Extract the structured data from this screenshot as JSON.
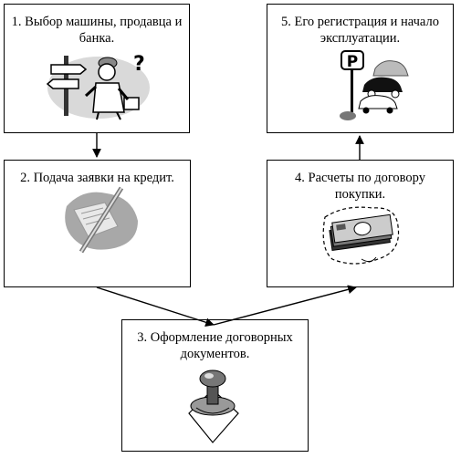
{
  "steps": [
    {
      "number": "1",
      "text": "1. Выбор машины, продавца и банка.",
      "icon": "signpost-man-question-icon"
    },
    {
      "number": "2",
      "text": "2. Подача заявки на кредит.",
      "icon": "paper-pencil-icon"
    },
    {
      "number": "3",
      "text": "3. Оформление договорных документов.",
      "icon": "stamp-document-icon"
    },
    {
      "number": "4",
      "text": "4. Расчеты по договору покупки.",
      "icon": "money-stack-icon"
    },
    {
      "number": "5",
      "text": "5. Его регистрация и начало эксплуатации.",
      "icon": "parking-cars-icon"
    }
  ],
  "clipart_letters": {
    "question_mark": "?",
    "parking_sign": "P"
  },
  "colors": {
    "border": "#000000",
    "clipart_gray": "#a8a8a8",
    "clipart_light": "#d9d9d9"
  }
}
